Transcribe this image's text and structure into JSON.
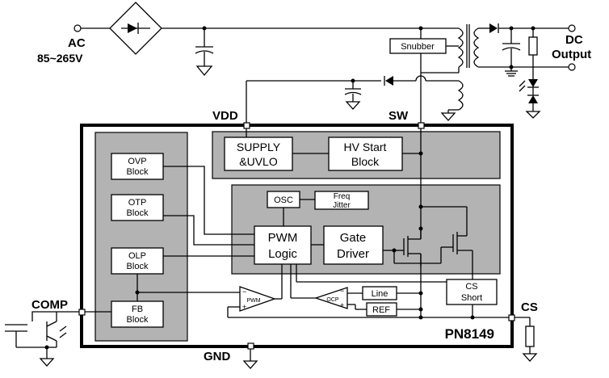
{
  "ac_input": {
    "label": "AC",
    "range": "85~265V"
  },
  "dc_output": {
    "line1": "DC",
    "line2": "Output"
  },
  "snubber": "Snubber",
  "chip_name": "PN8149",
  "pins": {
    "vdd": "VDD",
    "sw": "SW",
    "comp": "COMP",
    "cs": "CS",
    "gnd": "GND"
  },
  "blocks": {
    "supply_uvlo": {
      "line1": "SUPPLY",
      "line2": "&UVLO"
    },
    "hv_start": {
      "line1": "HV Start",
      "line2": "Block"
    },
    "ovp": {
      "line1": "OVP",
      "line2": "Block"
    },
    "otp": {
      "line1": "OTP",
      "line2": "Block"
    },
    "olp": {
      "line1": "OLP",
      "line2": "Block"
    },
    "fb": {
      "line1": "FB",
      "line2": "Block"
    },
    "osc": "OSC",
    "freq_jitter": {
      "line1": "Freq",
      "line2": "Jitter"
    },
    "pwm_logic": {
      "line1": "PWM",
      "line2": "Logic"
    },
    "gate_driver": {
      "line1": "Gate",
      "line2": "Driver"
    },
    "cs_short": {
      "line1": "CS",
      "line2": "Short"
    },
    "line": "Line",
    "ref": "REF"
  },
  "comparators": {
    "pwm": "PWM",
    "ocp": "OCP"
  }
}
